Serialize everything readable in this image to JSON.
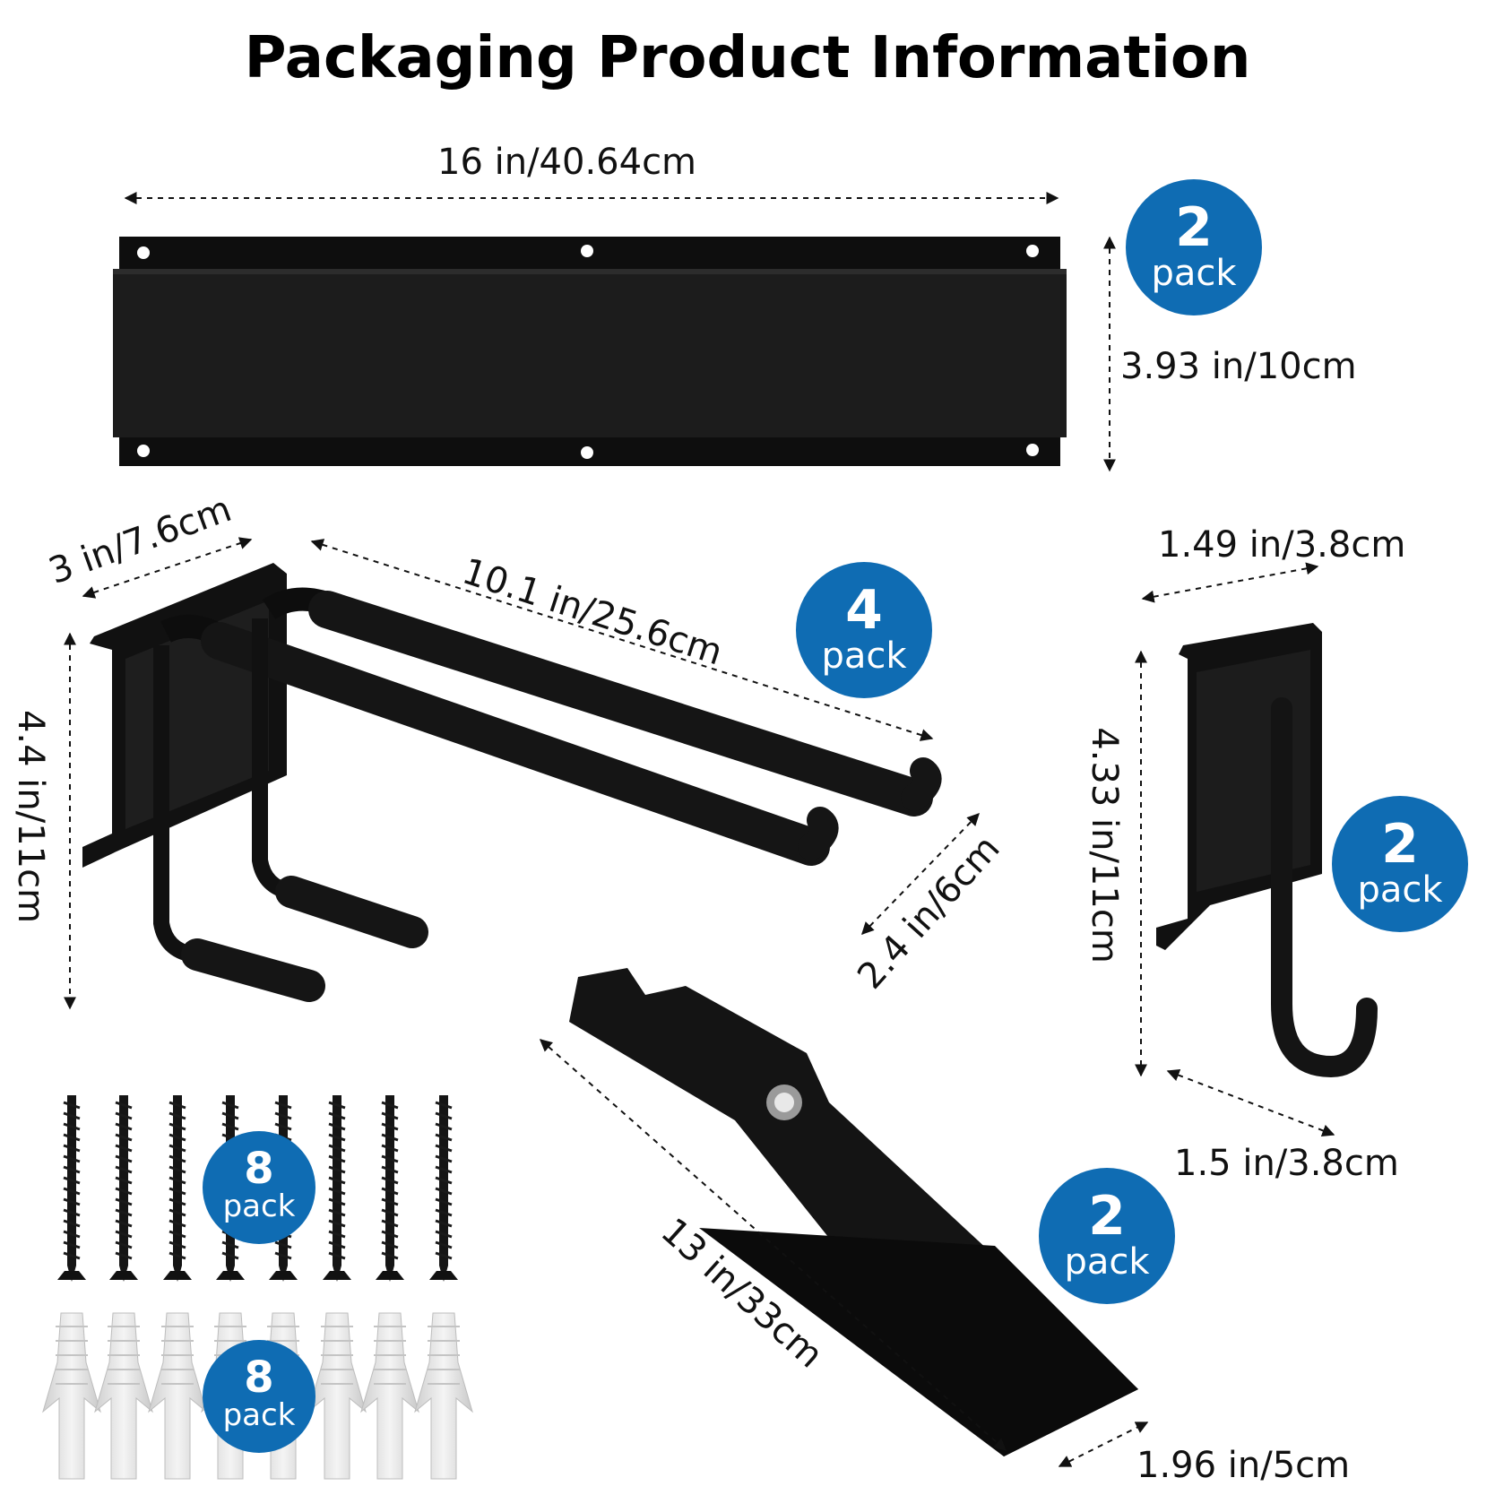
{
  "title": "Packaging Product Information",
  "colors": {
    "badge": "#0f6cb3",
    "product": "#111111"
  },
  "dimensions": {
    "rail_width": "16 in/40.64cm",
    "rail_height": "3.93 in/10cm",
    "hook_depth": "3 in/7.6cm",
    "hook_length": "10.1 in/25.6cm",
    "hook_height": "4.4 in/11cm",
    "hook_arm_gap": "2.4 in/6cm",
    "jhook_top": "1.49 in/3.8cm",
    "jhook_height": "4.33 in/11cm",
    "jhook_bottom": "1.5 in/3.8cm",
    "strap_length": "13 in/33cm",
    "strap_width": "1.96 in/5cm"
  },
  "badges": {
    "rail": {
      "count": "2",
      "label": "pack"
    },
    "double_hook": {
      "count": "4",
      "label": "pack"
    },
    "j_hook": {
      "count": "2",
      "label": "pack"
    },
    "strap": {
      "count": "2",
      "label": "pack"
    },
    "screws": {
      "count": "8",
      "label": "pack"
    },
    "anchors": {
      "count": "8",
      "label": "pack"
    }
  }
}
